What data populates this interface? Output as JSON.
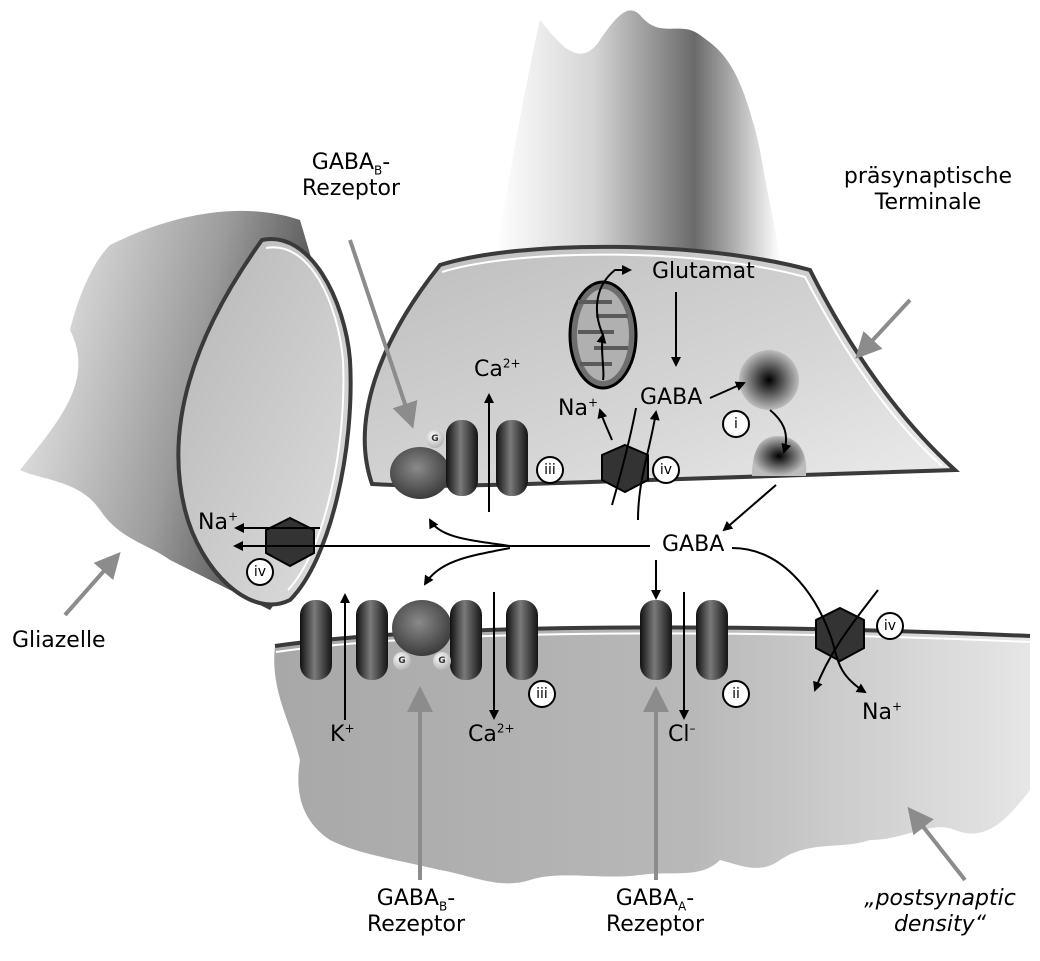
{
  "labels": {
    "gaba_b_top": {
      "name": "GABA",
      "sub": "B",
      "suffix": "-",
      "line2": "Rezeptor"
    },
    "presyn": {
      "line1": "präsynaptische",
      "line2": "Terminale"
    },
    "glutamat": "Glutamat",
    "gaba_inner": "GABA",
    "gaba_cleft": "GABA",
    "ca_pre": {
      "base": "Ca",
      "sup": "2+"
    },
    "na_pre": {
      "base": "Na",
      "sup": "+"
    },
    "na_glia": {
      "base": "Na",
      "sup": "+"
    },
    "na_post": {
      "base": "Na",
      "sup": "+"
    },
    "k_post": {
      "base": "K",
      "sup": "+"
    },
    "ca_post": {
      "base": "Ca",
      "sup": "2+"
    },
    "cl_post": {
      "base": "Cl",
      "sup": "–"
    },
    "gliazelle": "Gliazelle",
    "gaba_b_bottom": {
      "name": "GABA",
      "sub": "B",
      "suffix": "-",
      "line2": "Rezeptor"
    },
    "gaba_a_bottom": {
      "name": "GABA",
      "sub": "A",
      "suffix": "-",
      "line2": "Rezeptor"
    },
    "psd": {
      "line1": "„postsynaptic",
      "line2": "density“"
    }
  },
  "markers": {
    "i": "i",
    "ii": "ii",
    "iii_pre": "iii",
    "iii_post": "iii",
    "iv_pre": "iv",
    "iv_glia": "iv",
    "iv_post": "iv",
    "g": "G"
  },
  "colors": {
    "membrane": "#3a3a3a",
    "cytoplasm": "#c8c8c8",
    "channel": "#1e1e1e",
    "gprotein": "#6e6e6e",
    "pointer": "#8c8c8c"
  }
}
